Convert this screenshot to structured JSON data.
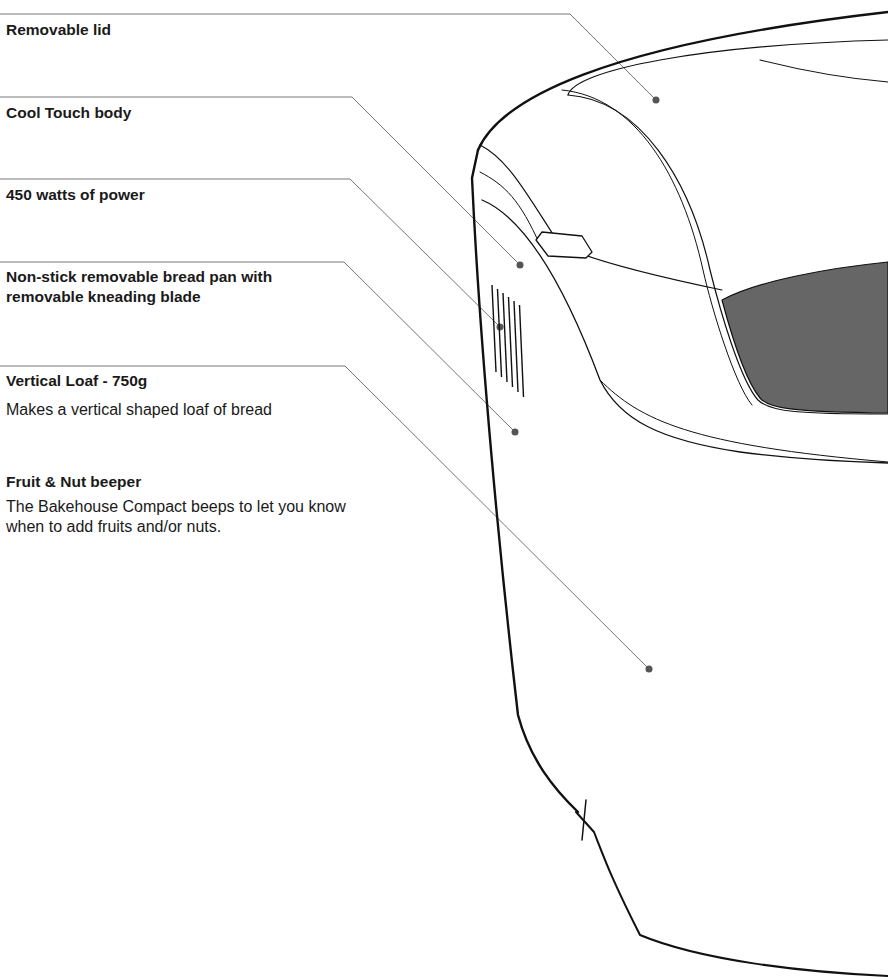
{
  "diagram": {
    "labels": [
      "Removable lid",
      "Cool Touch body",
      "450 watts of power",
      "Non-stick removable bread pan with removable kneading blade",
      "Vertical Loaf - 750g",
      "Makes a vertical shaped loaf of bread",
      "Fruit & Nut beeper",
      "The Bakehouse Compact beeps to let you know when to add fruits and/or nuts."
    ]
  }
}
